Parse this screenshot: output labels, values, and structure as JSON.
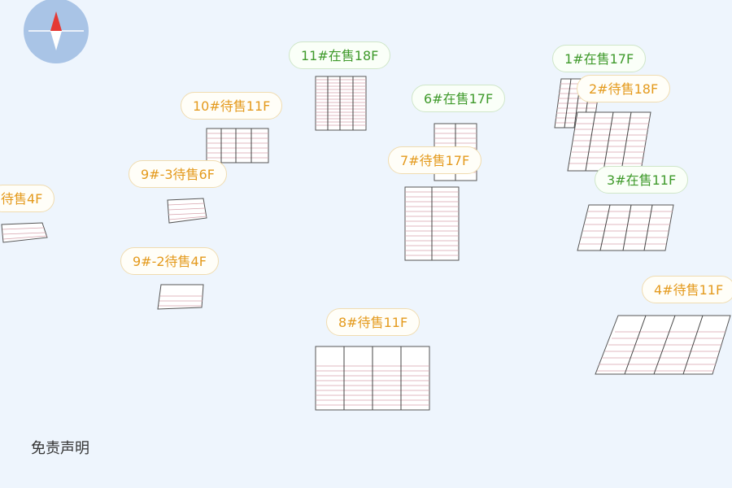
{
  "compass": {
    "icon": "compass-icon"
  },
  "buildings": [
    {
      "id": "b11",
      "label": "11#在售18F",
      "status": "onsale"
    },
    {
      "id": "b1",
      "label": "1#在售17F",
      "status": "onsale"
    },
    {
      "id": "b2",
      "label": "2#待售18F",
      "status": "sale"
    },
    {
      "id": "b10",
      "label": "10#待售11F",
      "status": "sale"
    },
    {
      "id": "b6",
      "label": "6#在售17F",
      "status": "onsale"
    },
    {
      "id": "b7",
      "label": "7#待售17F",
      "status": "sale"
    },
    {
      "id": "b93",
      "label": "9#-3待售6F",
      "status": "sale"
    },
    {
      "id": "b3",
      "label": "3#在售11F",
      "status": "onsale"
    },
    {
      "id": "b5",
      "label": "待售4F",
      "status": "sale"
    },
    {
      "id": "b92",
      "label": "9#-2待售4F",
      "status": "sale"
    },
    {
      "id": "b4",
      "label": "4#待售11F",
      "status": "sale"
    },
    {
      "id": "b8",
      "label": "8#待售11F",
      "status": "sale"
    }
  ],
  "colors": {
    "sale": "#e49a1d",
    "onsale": "#3f9a2b",
    "background": "#eef5fd"
  },
  "footer": {
    "disclaimer": "免责声明"
  }
}
